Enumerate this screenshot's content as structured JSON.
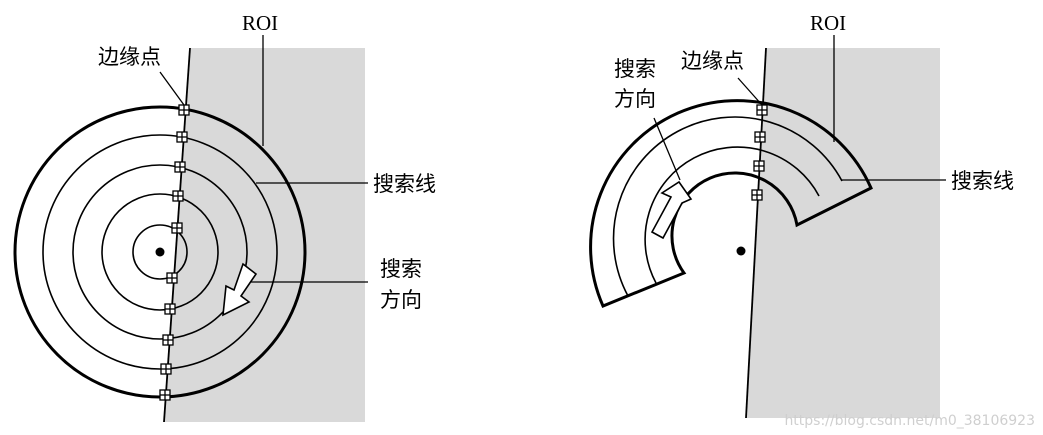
{
  "left": {
    "roi_label": "ROI",
    "edge_point_label": "边缘点",
    "search_line_label": "搜索线",
    "search_dir_line1": "搜索",
    "search_dir_line2": "方向"
  },
  "right": {
    "roi_label": "ROI",
    "edge_point_label": "边缘点",
    "search_line_label": "搜索线",
    "search_dir_line1": "搜索",
    "search_dir_line2": "方向"
  },
  "watermark": "https://blog.csdn.net/m0_38106923",
  "colors": {
    "roi_fill": "#d9d9d9",
    "stroke": "#000000",
    "arrow_fill": "#ffffff"
  }
}
